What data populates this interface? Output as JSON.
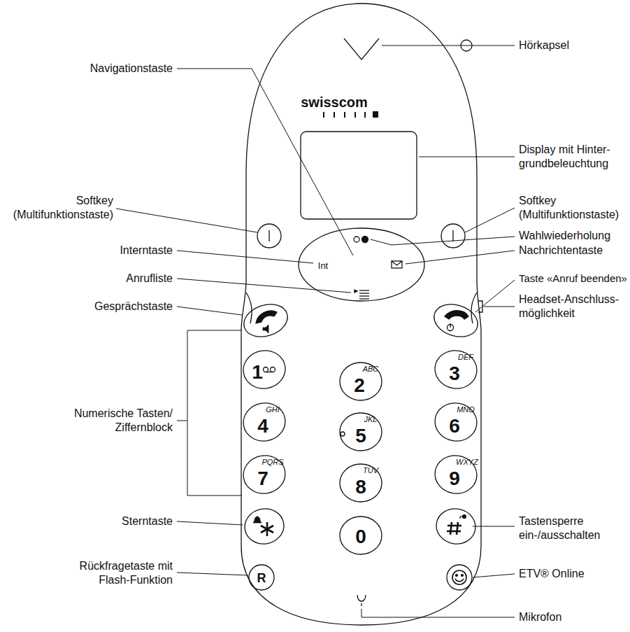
{
  "diagram": {
    "labels": [
      "Hörkapsel",
      "swisscom",
      "Display mit Hinter- grundbeleuchtung",
      "Navigationstaste",
      "Softkey (Multifunktionstaste)",
      "Softkey (Multifunktionstaste)",
      "Wahlwiederholung",
      "Interntaste",
      "Int",
      "Nachrichtentaste",
      "Anrufliste",
      "Taste «Anruf beenden»",
      "Gesprächstaste",
      "Headset-Anschluss- möglichkeit",
      "Numerische Tasten/ Ziffernblock",
      "1",
      "2",
      "ABC",
      "3",
      "DEF",
      "4",
      "GHI",
      "5",
      "JKL",
      "6",
      "MNO",
      "7",
      "PQRS",
      "8",
      "TUV",
      "9",
      "WXYZ",
      "Sterntaste",
      "0",
      "Tastensperre ein-/ausschalten",
      "Rückfragetaste mit Flash-Funktion",
      "R",
      "ETV® Online",
      "Mikrofon"
    ]
  }
}
